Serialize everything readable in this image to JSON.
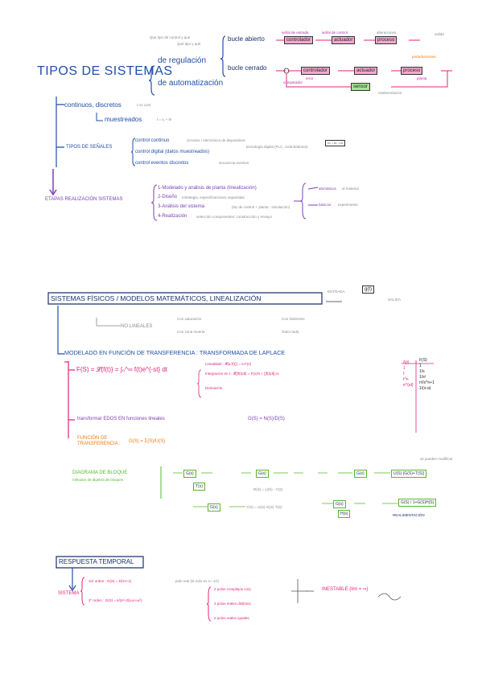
{
  "section1": {
    "title": "TIPOS DE SISTEMAS",
    "de_regulacion": "de regulación",
    "de_automatizacion": "de automatización",
    "bucle_abierto": "bucle abierto",
    "bucle_cerrado": "bucle cerrado",
    "grey_note_top": "Que tipo de control y que",
    "grey_note_regul": "Qué tipo y qué",
    "ba_blocks": {
      "controlador": "controlador",
      "actuador": "actuador",
      "proceso": "proceso"
    },
    "ba_labels": {
      "entrada": "señal de entrada",
      "cambiada": "señal de control",
      "perturb": "alteraciones",
      "salida": "salida"
    },
    "bc_blocks": {
      "controlador": "controlador",
      "actuador": "actuador",
      "proceso": "proceso",
      "sensor": "sensor"
    },
    "bc_labels": {
      "perturbaciones": "perturbaciones",
      "planta": "planta",
      "retro": "realimentación",
      "comparador": "comparador",
      "error": "error"
    },
    "continuos": "continuos, discretos",
    "continuos_note": "t no cont",
    "muestreados": "muestreados",
    "muestreados_note": "t = t₀ + kt",
    "tipos_senales": "TIPOS DE SEÑALES",
    "control_continuo": "control continuo",
    "control_digital": "control digital (datos muestreados)",
    "control_eventos": "control eventos discretos",
    "cc_note": "circuitos / electrónica de dispositivos",
    "cd_note": "tecnología digital (PLC, controladores)",
    "ce_note": "secuencia eventos",
    "etapas": "ETAPAS REALIZACIÓN SISTEMAS",
    "etapa1": "1-Modelado y análisis de planta (linealización)",
    "etapa2": "2-Diseño",
    "etapa2_note": "estrategia, especificaciones requeridas",
    "etapa3": "3-Análisis del sistema",
    "etapa3_note": "(ley de control + planta : simulación)",
    "etapa4": "4-Realización",
    "etapa4_note": "selección componentes: construcción y ensayo",
    "atomaticos": "atomáticos",
    "atomaticos_note": "al material",
    "basicos": "básicos",
    "basicos_note": "experimento"
  },
  "section2": {
    "title": "SISTEMAS FÍSICOS / MODELOS MATEMÁTICOS, LINEALIZACIÓN",
    "top_block": {
      "entrada": "ENTRADA",
      "g": "g(t)",
      "salida": "SALIDA"
    },
    "no_lineales": "NO LINEALES",
    "nl_items": [
      "Con saturación",
      "Con zona muerta",
      "Con histéresis",
      "Todo-nada"
    ],
    "modelado": "MODELADO EN FUNCIÓN DE TRANSFERENCIA : TRANSFORMADA DE LAPLACE",
    "laplace_def": "F(S) = 𝓛{f(t)} = ∫₀^∞ f(t)e^{-st} dt",
    "linealidad": "Linealidad : 𝓛{a·f(t)} = a·F(s)",
    "integracion": "Integración en t : 𝓛{∫f(t)dt} = F(s)/s + [∫f(t)dt]₀/s",
    "derivacion": "Derivación",
    "transformar": "transformar EDOS EN funciones lineales",
    "gs_note": "G(S) = N(S)/D(S)",
    "funcion_tr": "FUNCIÓN DE TRANSFERENCIA :",
    "funcion_eq": "G(S) = Σ(S)/U(S)",
    "table_left": [
      "δ(t)",
      "1",
      "t",
      "t^n",
      "e^{at}"
    ],
    "table_right": [
      "F(S)",
      "1",
      "1/s",
      "1/s²",
      "n!/s^n+1",
      "1/(s-a)"
    ],
    "diagrama": "DIAGRAMA DE BLOQUE",
    "diagrama_note": "métodos de álgebra de bloques",
    "realimentacion": "REALIMENTACIÓN",
    "eq1": "R(S) = U(S) - Y(S)",
    "eq2": "Y(S) = U(S)·G(S)·T(S)",
    "eq3": "U(S)·[G(S)+T(S)]",
    "eq4": "G(S) / 1+G(S)H(S)",
    "side_note": "se pueden modificar"
  },
  "section3": {
    "title": "RESPUESTA TEMPORAL",
    "sistema": "SISTEMA",
    "primer": "1er orden : G(S) = k/(τs+1)",
    "primer_note": "polo real (la más es s=-1/τ)",
    "segundo": "2º orden : G(S) = k/(s²+2ξωs+ω²)",
    "op1": "2 polos complejos conj",
    "op2": "2 polos reales distintos",
    "op3": "2 polos reales iguales",
    "inestable": "INESTABLE (lím = ∞)"
  }
}
